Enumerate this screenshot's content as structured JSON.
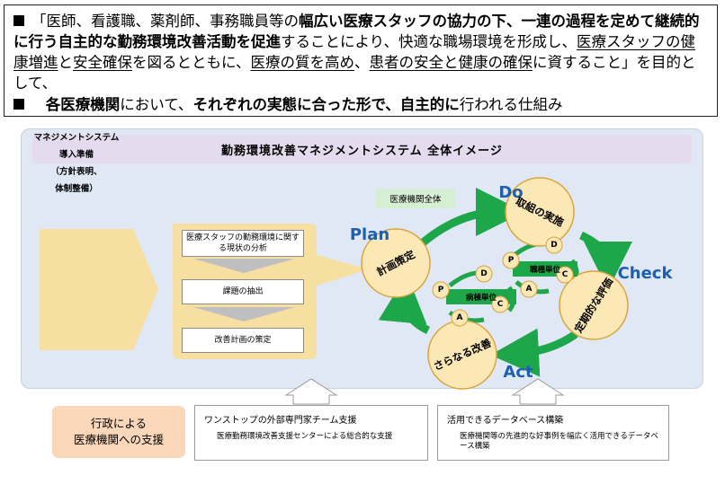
{
  "header": {
    "line1": {
      "a": "「医師、看護職、薬剤師、事務職員等の",
      "b": "幅広い医療スタッフの協力の下、一連の過程を定めて継続的に行う自主的な勤務環境改善活動を促進",
      "c": "することにより、快適な職場環境を形成し、",
      "d": "医療スタッフの健康増進",
      "e": "と",
      "f": "安全確保",
      "g": "を図るとともに、",
      "h": "医療の質を高め",
      "i": "、",
      "j": "患者の安全と健康の確保",
      "k": "に資すること」を目的として、"
    },
    "line2": {
      "a": "各医療機関",
      "b": "において、",
      "c": "それぞれの実態に合った形で、自主的に",
      "d": "行われる仕組み"
    }
  },
  "diagram": {
    "title": "勤務環境改善マネジメントシステム 全体イメージ",
    "prep": {
      "line1": "マネジメントシステム",
      "line2": "導入準備",
      "line3": "（方針表明、",
      "line4": "体制整備）"
    },
    "steps": {
      "s1": "医療スタッフの勤務環境に関する現状の分析",
      "s2": "課題の抽出",
      "s3": "改善計画の策定"
    },
    "cycle": {
      "scope": "医療機関全体",
      "plan_en": "Plan",
      "do_en": "Do",
      "check_en": "Check",
      "act_en": "Act",
      "plan_jp": "計画策定",
      "do_jp": "取組の実施",
      "check_jp": "定期的な評価",
      "act_jp": "さらなる改善",
      "ward_unit": "病棟単位",
      "job_unit": "職種単位",
      "p": "P",
      "d": "D",
      "c": "C",
      "a": "A"
    }
  },
  "support": {
    "org_line1": "行政による",
    "org_line2": "医療機関への支援",
    "box1_title": "ワンストップの外部専門家チーム支援",
    "box1_body": "医療勤務環境改善支援センターによる総合的な支援",
    "box2_title": "活用できるデータベース構築",
    "box2_body": "医療機関等の先進的な好事例を幅広く活用できるデータベース構築"
  },
  "colors": {
    "cycle_green": "#1ea64b",
    "circle_fill": "#fce8b5",
    "circle_stroke": "#d9a23a",
    "label_blue": "#1f5fb0",
    "panel_bg": "#dfe8f4",
    "support_orange": "#fbd7ba"
  }
}
